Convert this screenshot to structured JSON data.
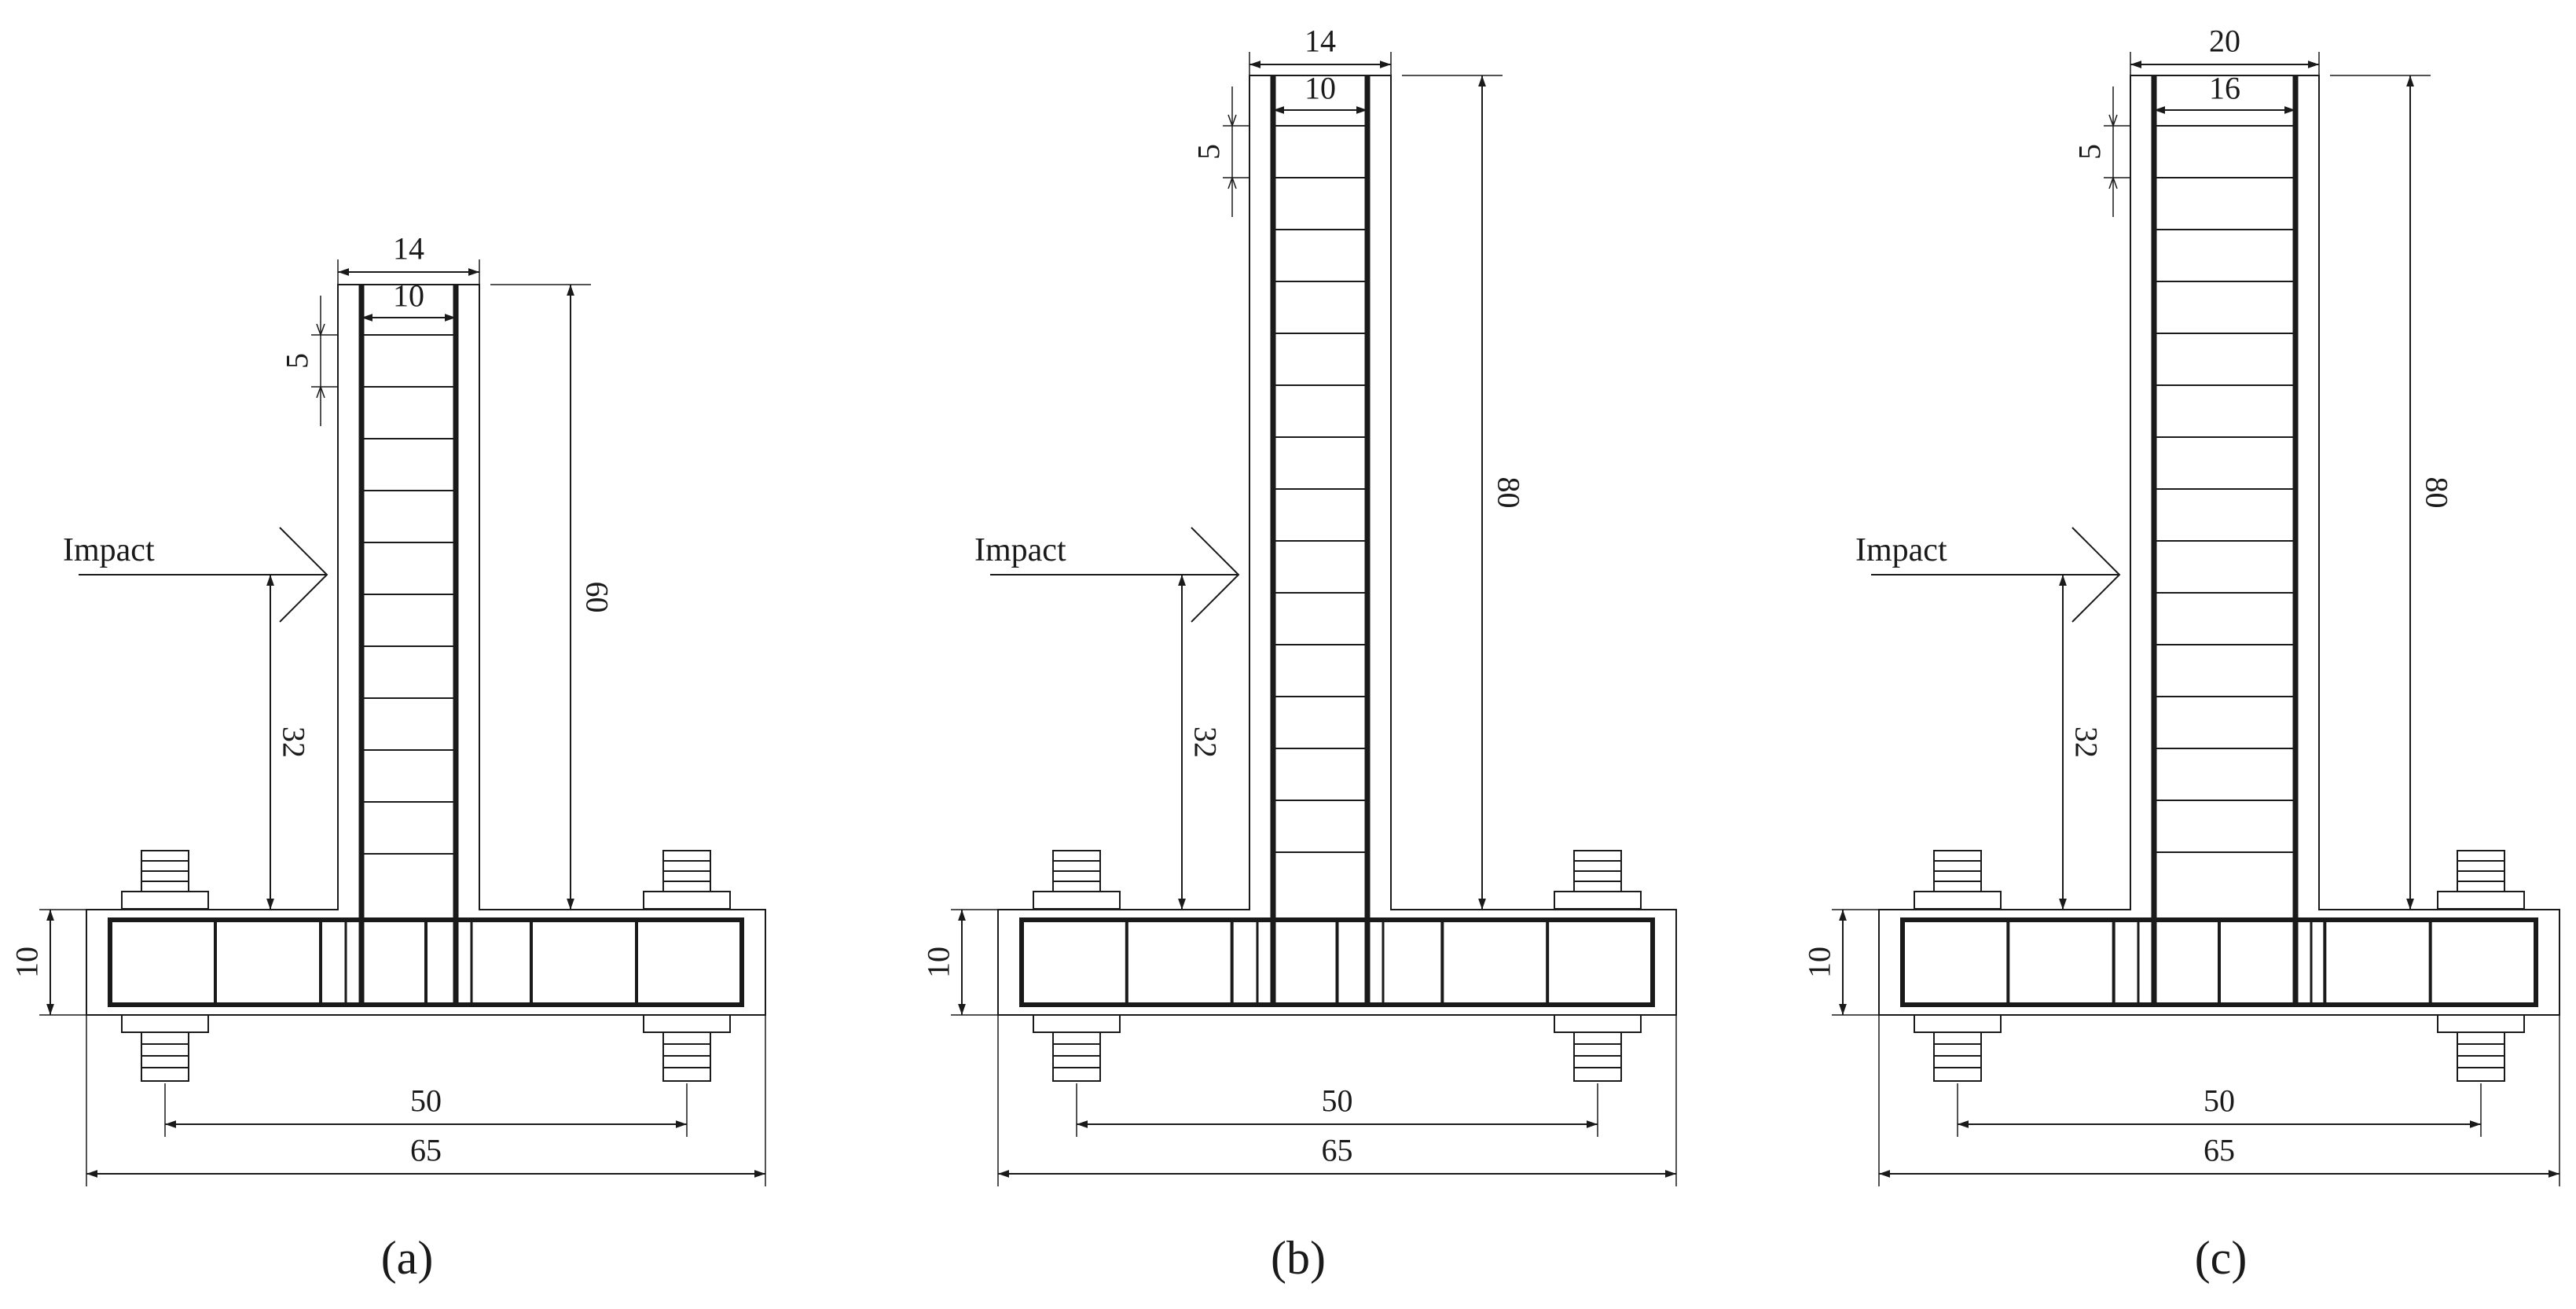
{
  "figure": {
    "colors": {
      "line": "#1a1a1a",
      "background": "#ffffff"
    },
    "panels": [
      {
        "caption": "(a)",
        "impact_label": "Impact",
        "dims": {
          "outer_width": "14",
          "inner_width": "10",
          "stirrup_spacing": "5",
          "height": "60",
          "impact_height": "32",
          "base_thickness": "10",
          "bolt_spacing": "50",
          "base_width": "65"
        }
      },
      {
        "caption": "(b)",
        "impact_label": "Impact",
        "dims": {
          "outer_width": "14",
          "inner_width": "10",
          "stirrup_spacing": "5",
          "height": "80",
          "impact_height": "32",
          "base_thickness": "10",
          "bolt_spacing": "50",
          "base_width": "65"
        }
      },
      {
        "caption": "(c)",
        "impact_label": "Impact",
        "dims": {
          "outer_width": "20",
          "inner_width": "16",
          "stirrup_spacing": "5",
          "height": "80",
          "impact_height": "32",
          "base_thickness": "10",
          "bolt_spacing": "50",
          "base_width": "65"
        }
      }
    ]
  }
}
